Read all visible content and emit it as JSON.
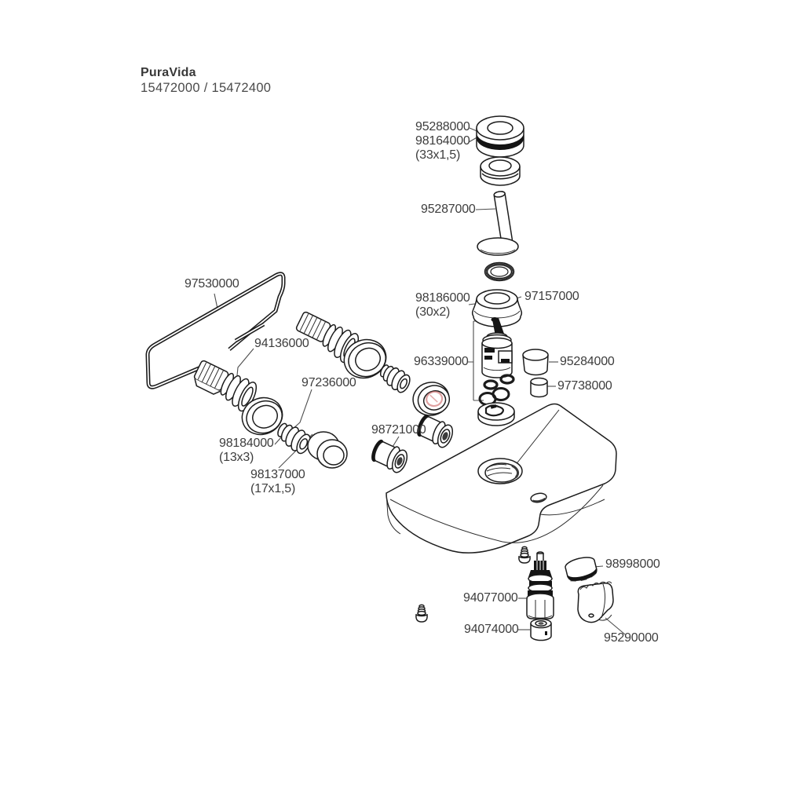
{
  "header": {
    "brand": "PuraVida",
    "models": "15472000 / 15472400"
  },
  "colors": {
    "line": "#1c1c1c",
    "label": "#3d3d3d",
    "leader": "#4d4d4d",
    "stamp_red": "#c65555"
  },
  "parts": [
    {
      "id": "95288000",
      "label": "95288000"
    },
    {
      "id": "98164000",
      "label": "98164000",
      "dim": "(33x1,5)"
    },
    {
      "id": "95287000",
      "label": "95287000"
    },
    {
      "id": "98186000",
      "label": "98186000",
      "dim": "(30x2)"
    },
    {
      "id": "97157000",
      "label": "97157000"
    },
    {
      "id": "97530000",
      "label": "97530000"
    },
    {
      "id": "94136000",
      "label": "94136000"
    },
    {
      "id": "97236000",
      "label": "97236000"
    },
    {
      "id": "96339000",
      "label": "96339000"
    },
    {
      "id": "95284000",
      "label": "95284000"
    },
    {
      "id": "97738000",
      "label": "97738000"
    },
    {
      "id": "98721000",
      "label": "98721000"
    },
    {
      "id": "98184000",
      "label": "98184000",
      "dim": "(13x3)"
    },
    {
      "id": "98137000",
      "label": "98137000",
      "dim": "(17x1,5)"
    },
    {
      "id": "98998000",
      "label": "98998000"
    },
    {
      "id": "94077000",
      "label": "94077000"
    },
    {
      "id": "94074000",
      "label": "94074000"
    },
    {
      "id": "95290000",
      "label": "95290000"
    }
  ]
}
